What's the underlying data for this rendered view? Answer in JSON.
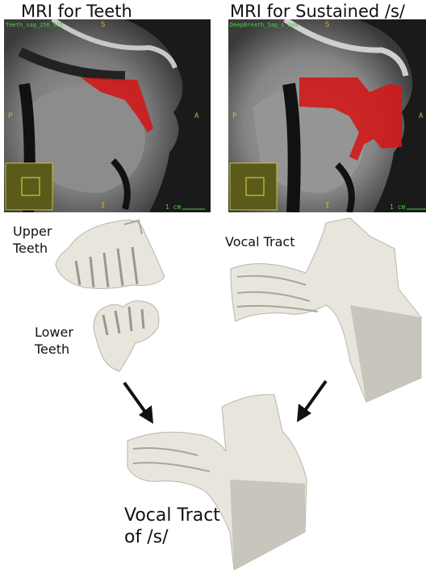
{
  "titles": {
    "left": "MRI for Teeth",
    "right": "MRI for Sustained /s/"
  },
  "mri_left": {
    "header": "Teeth_sag_256_025",
    "orientation": {
      "superior": "S",
      "inferior": "I",
      "posterior": "P",
      "anterior": "A"
    },
    "scale_label": "1 cm"
  },
  "mri_right": {
    "header": "DeepBreath_Sag_s_2mm",
    "orientation": {
      "superior": "S",
      "inferior": "I",
      "posterior": "P",
      "anterior": "A"
    },
    "scale_label": "1 cm"
  },
  "labels": {
    "upper_teeth": [
      "Upper",
      "Teeth"
    ],
    "lower_teeth": [
      "Lower",
      "Teeth"
    ],
    "vocal_tract": "Vocal Tract",
    "final": [
      "Vocal Tract",
      "of /s/"
    ]
  },
  "colors": {
    "segmentation": "#d01818",
    "mri_bg": "#1a1a1a",
    "mesh": "#e8e6dc",
    "overlay_text": "#4cd040",
    "orientation_text": "#e0b030"
  }
}
